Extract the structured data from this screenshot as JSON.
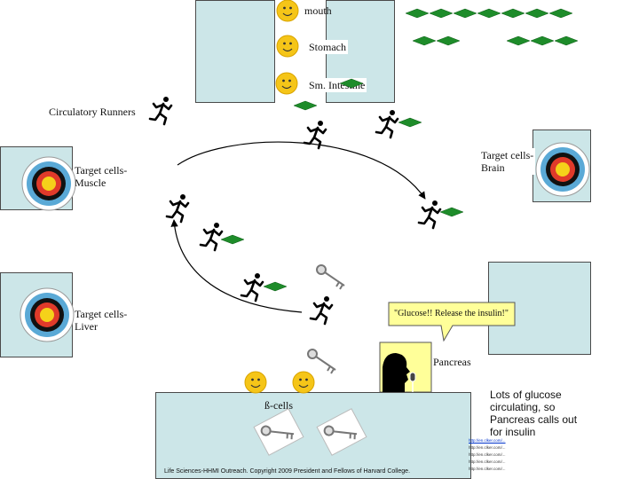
{
  "labels": {
    "mouth": "mouth",
    "stomach": "Stomach",
    "small_intestine": "Sm. Intestine",
    "runners": "Circulatory Runners",
    "brain": "Target cells-\nBrain",
    "muscle": "Target cells-\nMuscle",
    "liver": "Target cells-\nLiver",
    "speech": "\"Glucose!! Release the insulin!\"",
    "pancreas": "Pancreas",
    "beta_cells": "ß-cells",
    "note": "Lots of glucose circulating, so Pancreas calls out for insulin",
    "copyright": "Life Sciences-HHMI Outreach. Copyright 2009 President and Fellows of Harvard College."
  },
  "colors": {
    "box_fill": "#cce6e8",
    "glucose": "#1e8c2a",
    "smiley": "#f5c518",
    "speech_fill": "#ffff99"
  },
  "credits": [
    "http://en.clker.com/...",
    "http://en.clker.com/...",
    "http://en.clker.com/...",
    "http://en.clker.com/...",
    "http://en.clker.com/..."
  ]
}
